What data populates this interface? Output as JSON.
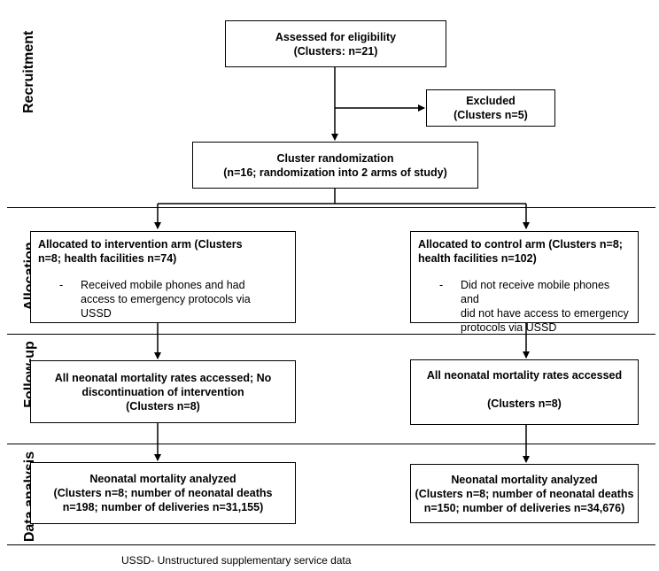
{
  "stages": {
    "recruitment": "Recruitment",
    "allocation": "Allocation",
    "followup": "Follow-up",
    "analysis": "Data analysis"
  },
  "assessed": {
    "line1": "Assessed for eligibility",
    "line2": "(Clusters: n=21)"
  },
  "excluded": {
    "line1": "Excluded",
    "line2": "(Clusters n=5)"
  },
  "randomization": {
    "line1": "Cluster randomization",
    "line2": "(n=16; randomization into 2 arms of study)"
  },
  "intervention": {
    "title_line1": "Allocated to intervention arm (Clusters",
    "title_line2": "n=8; health facilities n=74)",
    "dash": "-",
    "bullet_line1": "Received mobile phones and had",
    "bullet_line2": "access to emergency protocols via",
    "bullet_line3": "USSD"
  },
  "control": {
    "title_line1": "Allocated to control arm (Clusters n=8;",
    "title_line2": "health facilities n=102)",
    "dash": "-",
    "bullet_line1": "Did not receive mobile phones and",
    "bullet_line2": "did not have access to emergency",
    "bullet_line3": "protocols via USSD"
  },
  "followup_intervention": {
    "line1": "All neonatal mortality rates accessed; No",
    "line2": "discontinuation of intervention",
    "line3": "(Clusters n=8)"
  },
  "followup_control": {
    "line1": "All neonatal mortality rates accessed",
    "line2": "(Clusters n=8)"
  },
  "analysis_intervention": {
    "line1": "Neonatal mortality analyzed",
    "line2": "(Clusters n=8; number of neonatal deaths",
    "line3": "n=198; number of deliveries n=31,155)"
  },
  "analysis_control": {
    "line1": "Neonatal mortality analyzed",
    "line2": "(Clusters n=8; number of neonatal deaths",
    "line3": "n=150; number of deliveries n=34,676)"
  },
  "footnote": "USSD- Unstructured supplementary service data"
}
